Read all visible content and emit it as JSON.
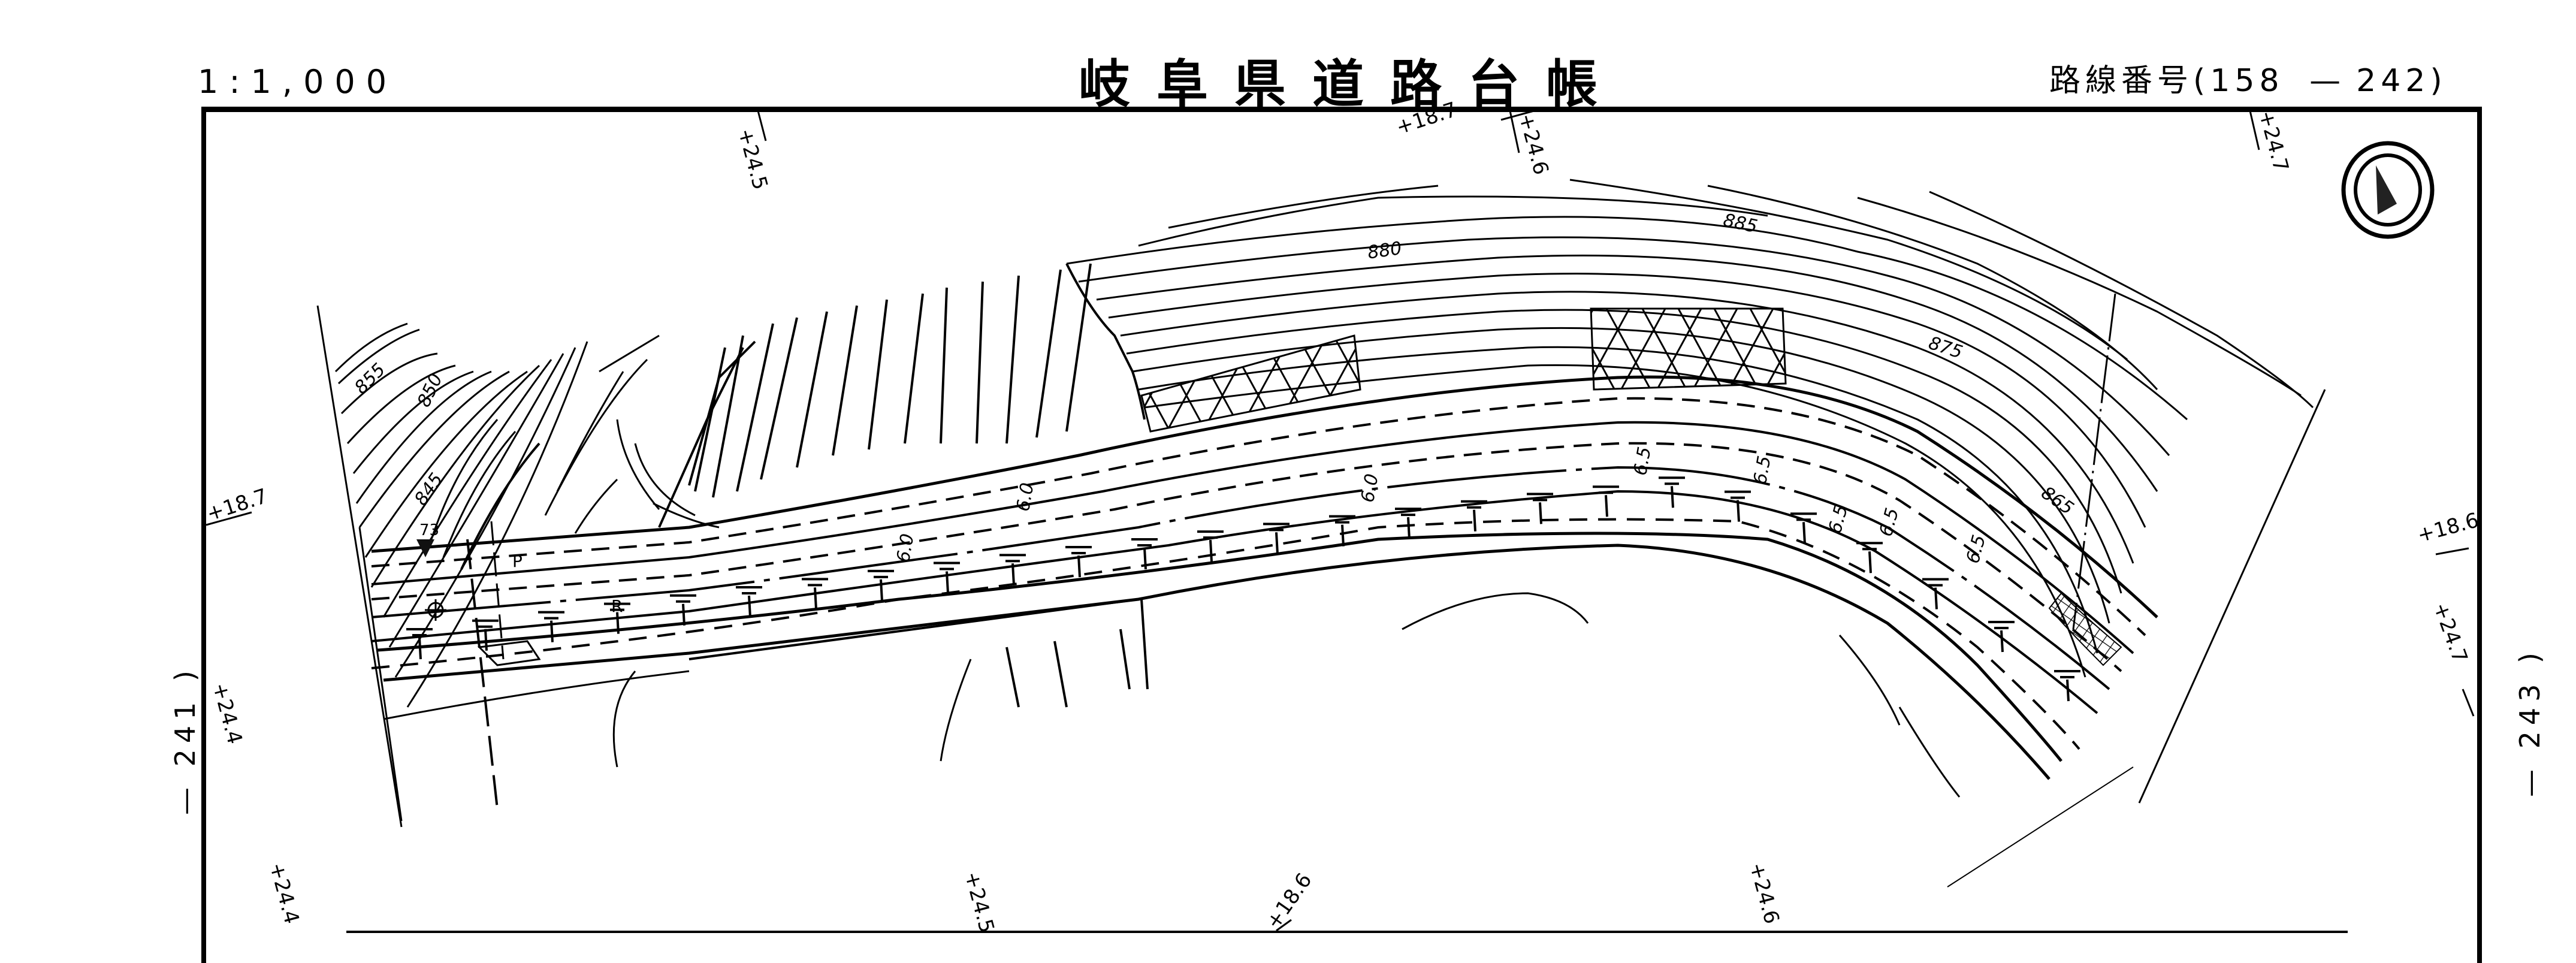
{
  "header": {
    "scale": "1:1,000",
    "title": "岐阜県道路台帳",
    "route_label": "路線番号",
    "route_open": "(",
    "route_number": "158",
    "route_dash": "—",
    "sheet_number": "242",
    "route_close": ")"
  },
  "adjacent_sheets": {
    "left": "— 241 )",
    "right": "— 243 )"
  },
  "north_arrow": {
    "icon": "north-arrow-icon"
  },
  "frame_labels": {
    "top": [
      "+24.5",
      "+18.7",
      "+24.6",
      "+24.7"
    ],
    "left": [
      "+18.7",
      "+24.4",
      "+24.4"
    ],
    "right": [
      "+18.6",
      "+24.7"
    ],
    "bottom": [
      "+24.5",
      "+18.6",
      "+24.6"
    ]
  },
  "contours": {
    "labels": [
      "855",
      "850",
      "845",
      "880",
      "885",
      "875",
      "865"
    ]
  },
  "road": {
    "lane_labels": [
      "P",
      "R"
    ],
    "width_labels": [
      "6.0",
      "6.0",
      "6.0",
      "6.5",
      "6.5",
      "6.5",
      "6.5",
      "6.5"
    ],
    "benchmark": "73"
  }
}
